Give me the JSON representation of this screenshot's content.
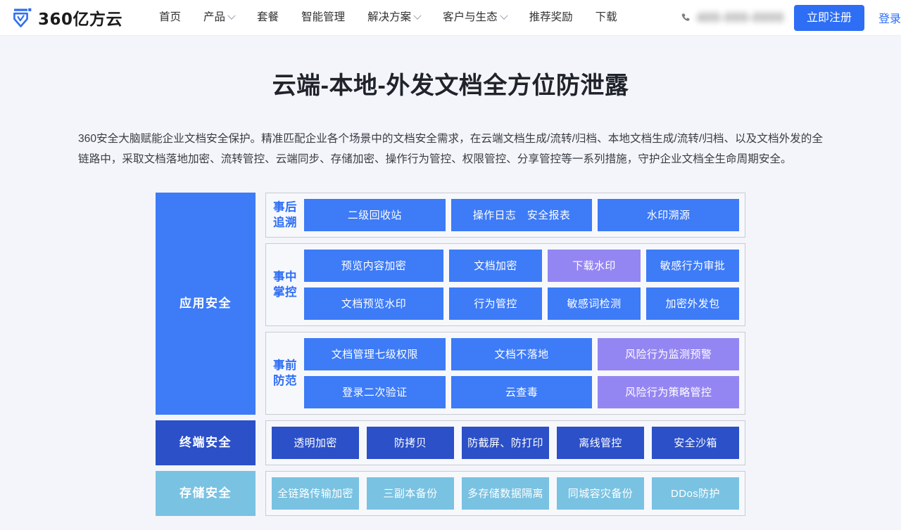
{
  "nav": {
    "logo_text": "360亿方云",
    "logo_icon": "shield-logo-icon",
    "items": [
      {
        "label": "首页",
        "has_dropdown": false
      },
      {
        "label": "产品",
        "has_dropdown": true
      },
      {
        "label": "套餐",
        "has_dropdown": false
      },
      {
        "label": "智能管理",
        "has_dropdown": false
      },
      {
        "label": "解决方案",
        "has_dropdown": true
      },
      {
        "label": "客户与生态",
        "has_dropdown": true
      },
      {
        "label": "推荐奖励",
        "has_dropdown": false
      },
      {
        "label": "下载",
        "has_dropdown": false
      }
    ],
    "phone_icon": "phone-icon",
    "phone_number": "400-000-0000",
    "register_label": "立即注册",
    "login_label": "登录"
  },
  "hero": {
    "title": "云端-本地-外发文档全方位防泄露",
    "description": "360安全大脑赋能企业文档安全保护。精准匹配企业各个场景中的文档安全需求，在云端文档生成/流转/归档、本地文档生成/流转/归档、以及文档外发的全链路中，采取文档落地加密、流转管控、云端同步、存储加密、操作行为管控、权限管控、分享管控等一系列措施，守护企业文档全生命周期安全。"
  },
  "colors": {
    "brand_blue": "#2d6ef5",
    "cell_blue": "#3d7bf7",
    "cell_purple": "#9486f2",
    "cell_deep_blue": "#2b50c8",
    "cell_light_blue": "#79c2e2",
    "panel_bg": "#f7f8fc",
    "panel_border": "#c9cbd0",
    "page_bg": "#f3f5fa"
  },
  "diagram": {
    "layers": [
      {
        "label": "应用\n安全",
        "label_lines": [
          "应用",
          "安全"
        ],
        "label_color": "#3d7bf7",
        "panels": [
          {
            "label_lines": [
              "事后",
              "追溯"
            ],
            "rows": [
              [
                {
                  "text": "二级回收站",
                  "color": "blue",
                  "flex": 2
                },
                {
                  "text": "操作日志　安全报表",
                  "color": "blue",
                  "flex": 2
                },
                {
                  "text": "水印溯源",
                  "color": "blue",
                  "flex": 2
                }
              ]
            ]
          },
          {
            "label_lines": [
              "事中",
              "掌控"
            ],
            "rows": [
              [
                {
                  "text": "预览内容加密",
                  "color": "blue",
                  "flex": 3
                },
                {
                  "text": "文档加密",
                  "color": "blue",
                  "flex": 2
                },
                {
                  "text": "下载水印",
                  "color": "purple",
                  "flex": 2
                },
                {
                  "text": "敏感行为审批",
                  "color": "blue",
                  "flex": 2
                }
              ],
              [
                {
                  "text": "文档预览水印",
                  "color": "blue",
                  "flex": 3
                },
                {
                  "text": "行为管控",
                  "color": "blue",
                  "flex": 2
                },
                {
                  "text": "敏感词检测",
                  "color": "blue",
                  "flex": 2
                },
                {
                  "text": "加密外发包",
                  "color": "blue",
                  "flex": 2
                }
              ]
            ]
          },
          {
            "label_lines": [
              "事前",
              "防范"
            ],
            "rows": [
              [
                {
                  "text": "文档管理七级权限",
                  "color": "blue",
                  "flex": 2
                },
                {
                  "text": "文档不落地",
                  "color": "blue",
                  "flex": 2
                },
                {
                  "text": "风险行为监测预警",
                  "color": "purple",
                  "flex": 2
                }
              ],
              [
                {
                  "text": "登录二次验证",
                  "color": "blue",
                  "flex": 2
                },
                {
                  "text": "云查毒",
                  "color": "blue",
                  "flex": 2
                },
                {
                  "text": "风险行为策略管控",
                  "color": "purple",
                  "flex": 2
                }
              ]
            ]
          }
        ]
      },
      {
        "label_lines": [
          "终端安全"
        ],
        "label_color": "#2b50c8",
        "panels": [
          {
            "label_lines": [],
            "rows": [
              [
                {
                  "text": "透明加密",
                  "color": "deep",
                  "flex": 1
                },
                {
                  "text": "防拷贝",
                  "color": "deep",
                  "flex": 1
                },
                {
                  "text": "防截屏、防打印",
                  "color": "deep",
                  "flex": 1
                },
                {
                  "text": "离线管控",
                  "color": "deep",
                  "flex": 1
                },
                {
                  "text": "安全沙箱",
                  "color": "deep",
                  "flex": 1
                }
              ]
            ]
          }
        ]
      },
      {
        "label_lines": [
          "存储安全"
        ],
        "label_color": "#79c2e2",
        "panels": [
          {
            "label_lines": [],
            "rows": [
              [
                {
                  "text": "全链路传输加密",
                  "color": "light",
                  "flex": 1
                },
                {
                  "text": "三副本备份",
                  "color": "light",
                  "flex": 1
                },
                {
                  "text": "多存储数据隔离",
                  "color": "light",
                  "flex": 1
                },
                {
                  "text": "同城容灾备份",
                  "color": "light",
                  "flex": 1
                },
                {
                  "text": "DDos防护",
                  "color": "light",
                  "flex": 1
                }
              ]
            ]
          }
        ]
      }
    ]
  }
}
